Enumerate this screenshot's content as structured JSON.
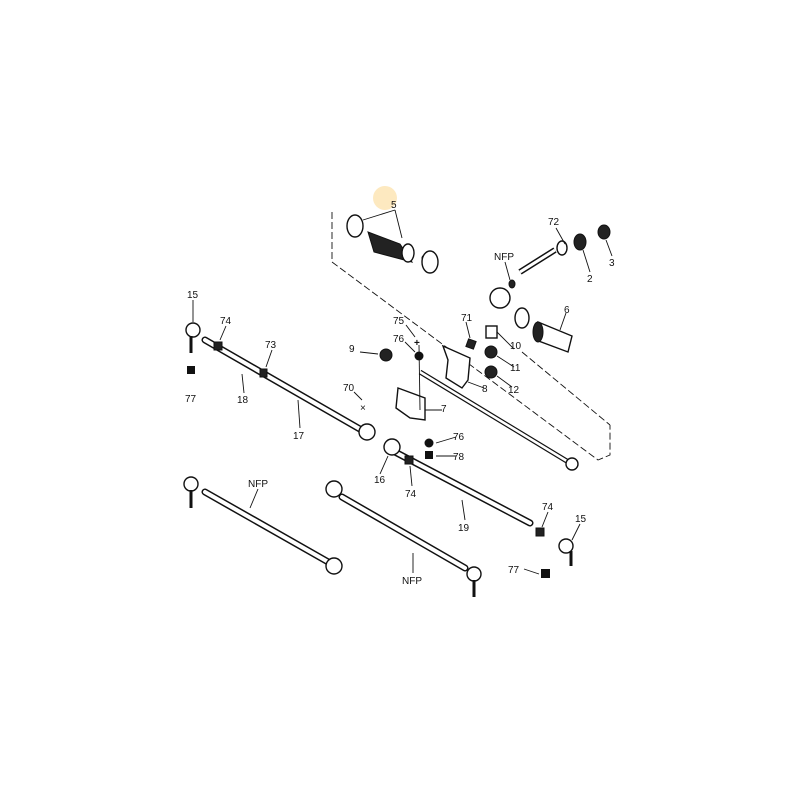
{
  "diagram": {
    "title": "Steering gear and tie rod exploded view",
    "labels": {
      "l5": "5",
      "l72": "72",
      "nfp_pinion": "NFP",
      "l2": "2",
      "l3": "3",
      "l6": "6",
      "l71": "71",
      "l75": "75",
      "l76a": "76",
      "l9": "9",
      "l10": "10",
      "l11": "11",
      "l12": "12",
      "l8": "8",
      "l70": "70",
      "l7": "7",
      "l76b": "76",
      "l78": "78",
      "l15a": "15",
      "l74a": "74",
      "l73": "73",
      "l18": "18",
      "l77a": "77",
      "l17": "17",
      "l16": "16",
      "l74b": "74",
      "l19": "19",
      "l74c": "74",
      "l15b": "15",
      "l77b": "77",
      "nfp_left": "NFP",
      "nfp_mid": "NFP"
    }
  }
}
